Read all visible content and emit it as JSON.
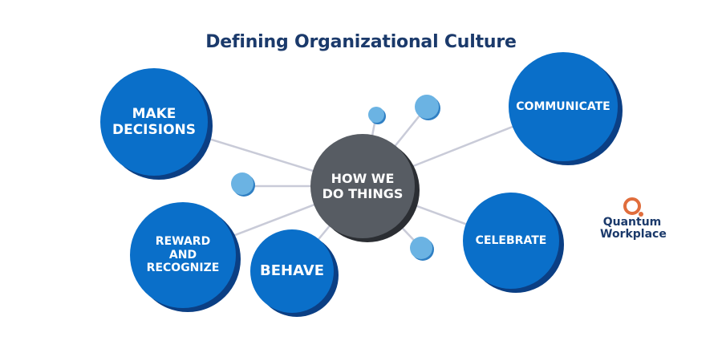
{
  "title": "Defining Organizational Culture",
  "center_node": {
    "label": "HOW WE\nDO THINGS",
    "color": "#575c63"
  },
  "nodes": [
    {
      "id": "make-decisions",
      "label": "MAKE\nDECISIONS"
    },
    {
      "id": "communicate",
      "label": "COMMUNICATE"
    },
    {
      "id": "celebrate",
      "label": "CELEBRATE"
    },
    {
      "id": "reward-and-recognize",
      "label": "REWARD\nAND\nRECOGNIZE"
    },
    {
      "id": "behave",
      "label": "BEHAVE"
    }
  ],
  "colors": {
    "node_blue": "#0a6fc9",
    "node_shadow": "#0b3f84",
    "dot_light_blue": "#6bb3e3",
    "connector": "#c9cbd8",
    "title": "#1b3a6b",
    "logo_orange": "#e06d3c"
  },
  "logo": {
    "text": "Quantum\nWorkplace"
  }
}
